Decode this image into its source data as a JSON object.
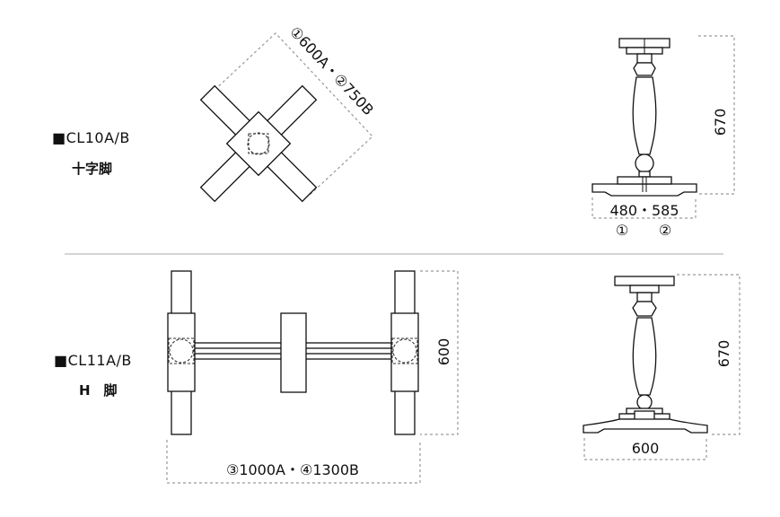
{
  "models": [
    {
      "code": "■CL10A/B",
      "type": "十字脚"
    },
    {
      "code": "■CL11A/B",
      "type": "H　脚"
    }
  ],
  "dimensions": {
    "cross_diagonal": "①600A・②750B",
    "cross_height": "670",
    "cross_base_width": "480・585",
    "cross_base_note_1": "①",
    "cross_base_note_2": "②",
    "h_depth": "600",
    "h_width": "③1000A・④1300B",
    "h_height": "670",
    "h_base_width": "600"
  }
}
